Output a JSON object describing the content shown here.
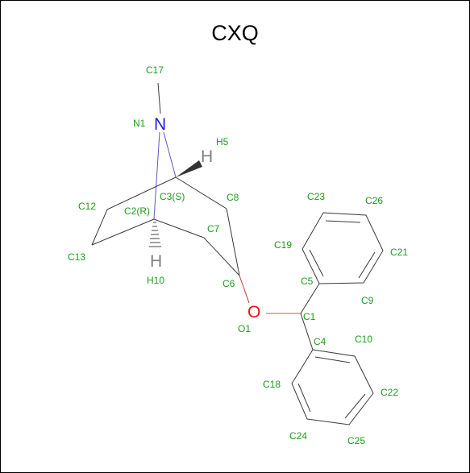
{
  "title": "CXQ",
  "colors": {
    "label": "#1a9e1a",
    "nitrogen": "#1f1fdd",
    "oxygen": "#ee1111",
    "hydrogen": "#808080",
    "bond": "#3a3a3a"
  },
  "heteroatoms": {
    "nitrogen": "N",
    "oxygen": "O",
    "hydrogen_upper": "H",
    "hydrogen_lower": "H"
  },
  "atom_labels": {
    "C17": "C17",
    "N1": "N1",
    "H5": "H5",
    "C3": "C3(S)",
    "C12": "C12",
    "C2": "C2(R)",
    "C8": "C8",
    "C13": "C13",
    "C7": "C7",
    "H10": "H10",
    "C6": "C6",
    "O1": "O1",
    "C23": "C23",
    "C26": "C26",
    "C19": "C19",
    "C21": "C21",
    "C5": "C5",
    "C9": "C9",
    "C1": "C1",
    "C4": "C4",
    "C10": "C10",
    "C18": "C18",
    "C22": "C22",
    "C24": "C24",
    "C25": "C25"
  }
}
